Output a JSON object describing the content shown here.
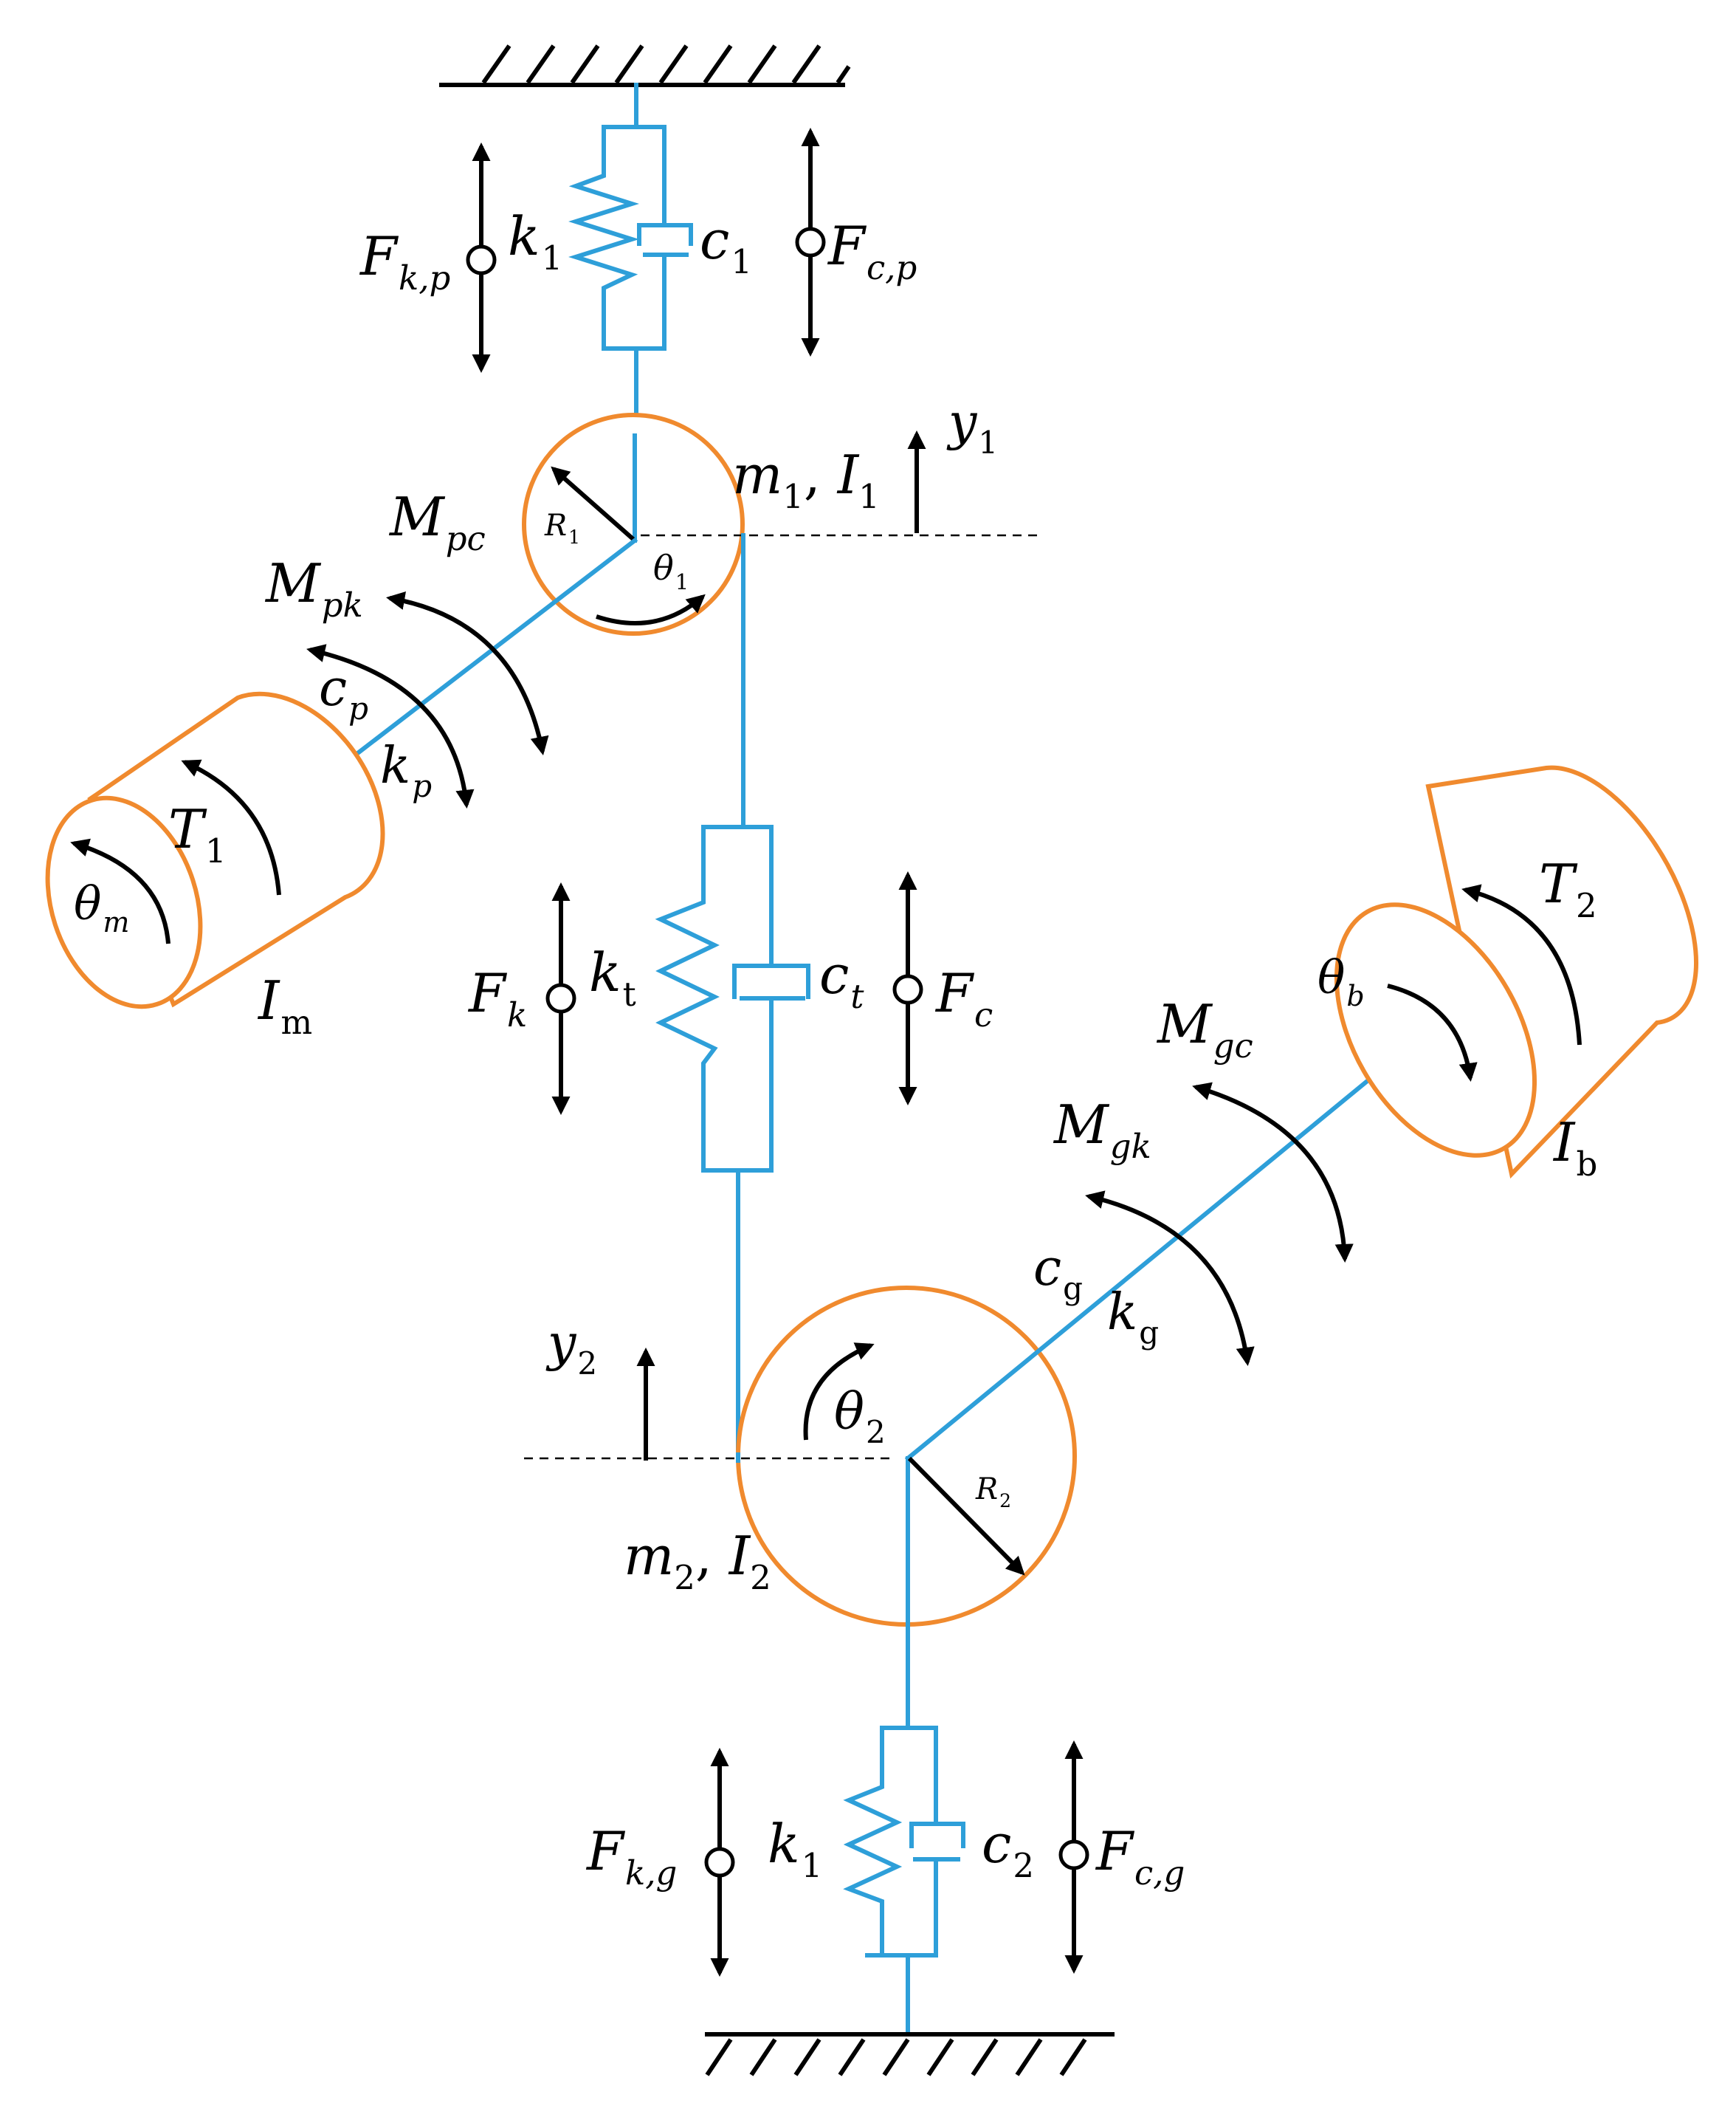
{
  "labels": {
    "F_kp": {
      "base": "F",
      "sub": "k,p",
      "sub_italic": true
    },
    "k1_top": {
      "base": "k",
      "sub": "1",
      "sub_italic": false
    },
    "c1": {
      "base": "c",
      "sub": "1",
      "sub_italic": false
    },
    "F_cp": {
      "base": "F",
      "sub": "c,p",
      "sub_italic": true
    },
    "y1": {
      "base": "y",
      "sub": "1",
      "sub_italic": false
    },
    "m1I1": {
      "text": "m1, I1",
      "m": "m",
      "msub": "1",
      "sep": ", ",
      "I": "I",
      "Isub": "1"
    },
    "R1": {
      "base": "R",
      "sub": "1",
      "sub_italic": false
    },
    "theta1": {
      "base": "θ",
      "sub": "1",
      "sub_italic": false
    },
    "M_pc": {
      "base": "M",
      "sub": "pc",
      "sub_italic": true
    },
    "M_pk": {
      "base": "M",
      "sub": "pk",
      "sub_italic": true
    },
    "c_p": {
      "base": "c",
      "sub": "p",
      "sub_italic": true
    },
    "k_p": {
      "base": "k",
      "sub": "p",
      "sub_italic": true
    },
    "T1": {
      "base": "T",
      "sub": "1",
      "sub_italic": false
    },
    "theta_m": {
      "base": "θ",
      "sub": "m",
      "sub_italic": true
    },
    "I_m": {
      "base": "I",
      "sub": "m",
      "sub_italic": false
    },
    "F_k": {
      "base": "F",
      "sub": "k",
      "sub_italic": true
    },
    "k_t": {
      "base": "k",
      "sub": "t",
      "sub_italic": false
    },
    "c_t": {
      "base": "c",
      "sub": "t",
      "sub_italic": true
    },
    "F_c": {
      "base": "F",
      "sub": "c",
      "sub_italic": true
    },
    "T2": {
      "base": "T",
      "sub": "2",
      "sub_italic": false
    },
    "theta_b": {
      "base": "θ",
      "sub": "b",
      "sub_italic": true
    },
    "M_gc": {
      "base": "M",
      "sub": "gc",
      "sub_italic": true
    },
    "M_gk": {
      "base": "M",
      "sub": "gk",
      "sub_italic": true
    },
    "I_b": {
      "base": "I",
      "sub": "b",
      "sub_italic": false
    },
    "c_g": {
      "base": "c",
      "sub": "g",
      "sub_italic": false
    },
    "k_g": {
      "base": "k",
      "sub": "g",
      "sub_italic": false
    },
    "y2": {
      "base": "y",
      "sub": "2",
      "sub_italic": false
    },
    "theta2": {
      "base": "θ",
      "sub": "2",
      "sub_italic": false
    },
    "R2": {
      "base": "R",
      "sub": "2",
      "sub_italic": false
    },
    "m2I2": {
      "text": "m2, I2",
      "m": "m",
      "msub": "2",
      "sep": ", ",
      "I": "I",
      "Isub": "2"
    },
    "F_kg": {
      "base": "F",
      "sub": "k,g",
      "sub_italic": true
    },
    "k1_bot": {
      "base": "k",
      "sub": "1",
      "sub_italic": false
    },
    "c2": {
      "base": "c",
      "sub": "2",
      "sub_italic": false
    },
    "F_cg": {
      "base": "F",
      "sub": "c,g",
      "sub_italic": true
    }
  },
  "colors": {
    "structure": "#2e9fd9",
    "bodies": "#f08a2e",
    "arrows": "#000000"
  }
}
